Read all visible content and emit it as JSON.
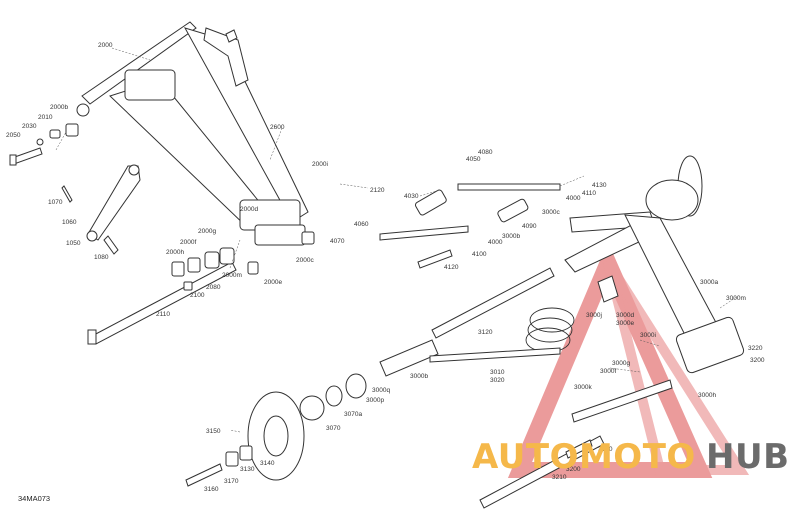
{
  "diagram": {
    "doc_ref": "34MA073",
    "callouts": [
      "2000",
      "2000b",
      "2010",
      "2030",
      "2050",
      "2600",
      "2000i",
      "2120",
      "2000d",
      "2000g",
      "2000f",
      "2000h",
      "2000c",
      "2000e",
      "2000m",
      "2080",
      "2100",
      "2110",
      "1070",
      "1060",
      "1050",
      "1080",
      "4080",
      "4050",
      "4030",
      "4060",
      "4070",
      "4120",
      "4100",
      "4000",
      "4090",
      "3000c",
      "3000b",
      "4130",
      "4110",
      "4000",
      "3120",
      "3000a",
      "3000m",
      "3000d",
      "3000e",
      "3000i",
      "3000j",
      "3000f",
      "3000g",
      "3000k",
      "3000h",
      "3010",
      "3020",
      "3000b",
      "3000q",
      "3000p",
      "3070a",
      "3070",
      "3150",
      "3130",
      "3140",
      "3170",
      "3160",
      "3210",
      "3200",
      "3220",
      "3200",
      "3190"
    ],
    "watermark": {
      "brand_a": "AUTOMOTO",
      "brand_b": "HUB",
      "color_a": "#f5b84a",
      "color_b": "#6b6b6b",
      "triangle_color": "#e88a8a"
    }
  }
}
